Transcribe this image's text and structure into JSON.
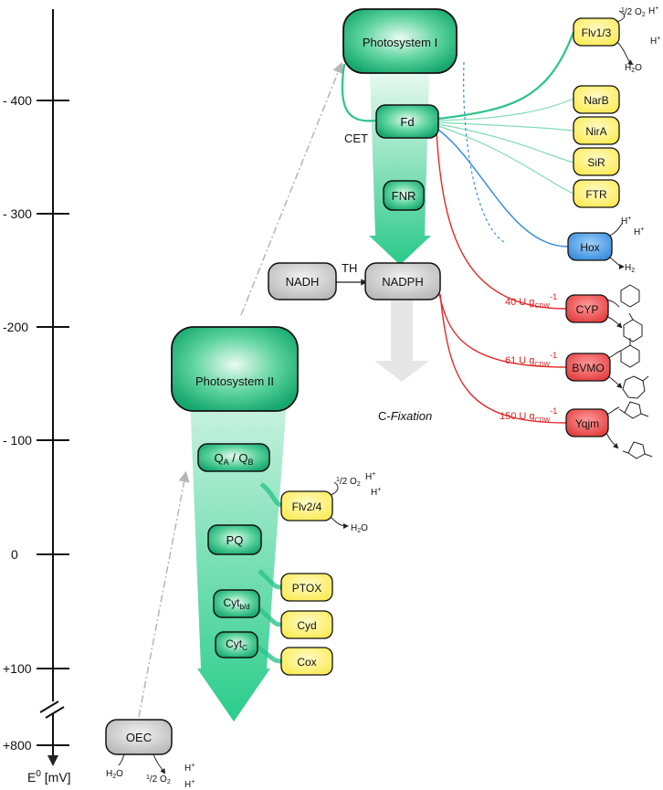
{
  "axis": {
    "ticks": [
      {
        "label": "- 400",
        "value": -400
      },
      {
        "label": "- 300",
        "value": -300
      },
      {
        "label": "-200",
        "value": -200
      },
      {
        "label": "- 100",
        "value": -100
      },
      {
        "label": "0",
        "value": 0
      },
      {
        "label": "+100",
        "value": 100
      },
      {
        "label": "+800",
        "value": 800
      }
    ],
    "title_main": "E",
    "title_sup": "0",
    "title_unit": " [mV]"
  },
  "photosystems": {
    "ps1": "Photosystem I",
    "ps2": "Photosystem II"
  },
  "carriers": {
    "fd": "Fd",
    "fnr": "FNR",
    "nadph": "NADPH",
    "nadh": "NADH",
    "qa": "Q",
    "qa_sub": "A",
    "qb_sep": " / Q",
    "qb_sub": "B",
    "pq": "PQ",
    "cytbd": "Cyt",
    "cytbd_sub": "b/d",
    "cytc": "Cyt",
    "cytc_sub": "C",
    "oec": "OEC"
  },
  "labels": {
    "cet": "CET",
    "th": "TH",
    "cfix_prefix": "C-",
    "cfix_italic": "Fixation"
  },
  "sinks": {
    "flv13": "Flv1/3",
    "narb": "NarB",
    "nira": "NirA",
    "sir": "SiR",
    "ftr": "FTR",
    "hox": "Hox",
    "flv24": "Flv2/4",
    "ptox": "PTOX",
    "cyd": "Cyd",
    "cox": "Cox",
    "cyp": "CYP",
    "bvmo": "BVMO",
    "yqjm": "Yqjm"
  },
  "rates": {
    "cyp": {
      "value": "40 U g",
      "sub": "CDW",
      "sup": "-1"
    },
    "bvmo": {
      "value": "61 U g",
      "sub": "CDW",
      "sup": "-1"
    },
    "yqjm": {
      "value": "150 U g",
      "sub": "CDW",
      "sup": "-1"
    }
  },
  "chemistry": {
    "hplus": "H",
    "plus": "+",
    "half": "1",
    "half_den": "/2",
    "o2": " O",
    "o2_sub": "2",
    "h2o": "H",
    "h2o_sub": "2",
    "h2o_o": "O",
    "h2": "H",
    "h2_sub": "2"
  },
  "colors": {
    "green_box": "#19b57a",
    "green_light": "#c9f2de",
    "yellow": "#fff58a",
    "blue": "#3a8fe0",
    "red": "#e24444",
    "gray": "#c8c8c8",
    "green_line": "#2bc48a",
    "red_line": "#e22a2a",
    "blue_line": "#3a8fe0"
  }
}
